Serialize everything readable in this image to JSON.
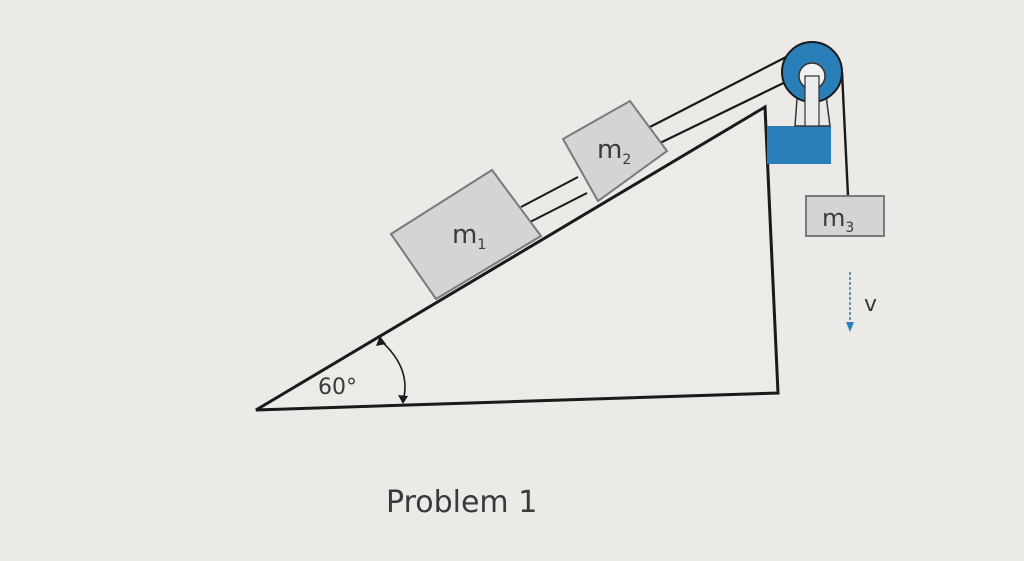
{
  "diagram": {
    "angle_label": "60°",
    "masses": [
      {
        "name": "m",
        "subscript": "1"
      },
      {
        "name": "m",
        "subscript": "2"
      },
      {
        "name": "m",
        "subscript": "3"
      }
    ],
    "velocity_label": "v",
    "caption": "Problem 1",
    "colors": {
      "pulley": "#2a7fb8",
      "mount": "#2a7fb8",
      "block_fill": "#d4d4d4",
      "block_stroke": "#7a7a7a",
      "line": "#1a1a1a",
      "arrow": "#2a7fb8",
      "background": "#ebeae7"
    }
  }
}
